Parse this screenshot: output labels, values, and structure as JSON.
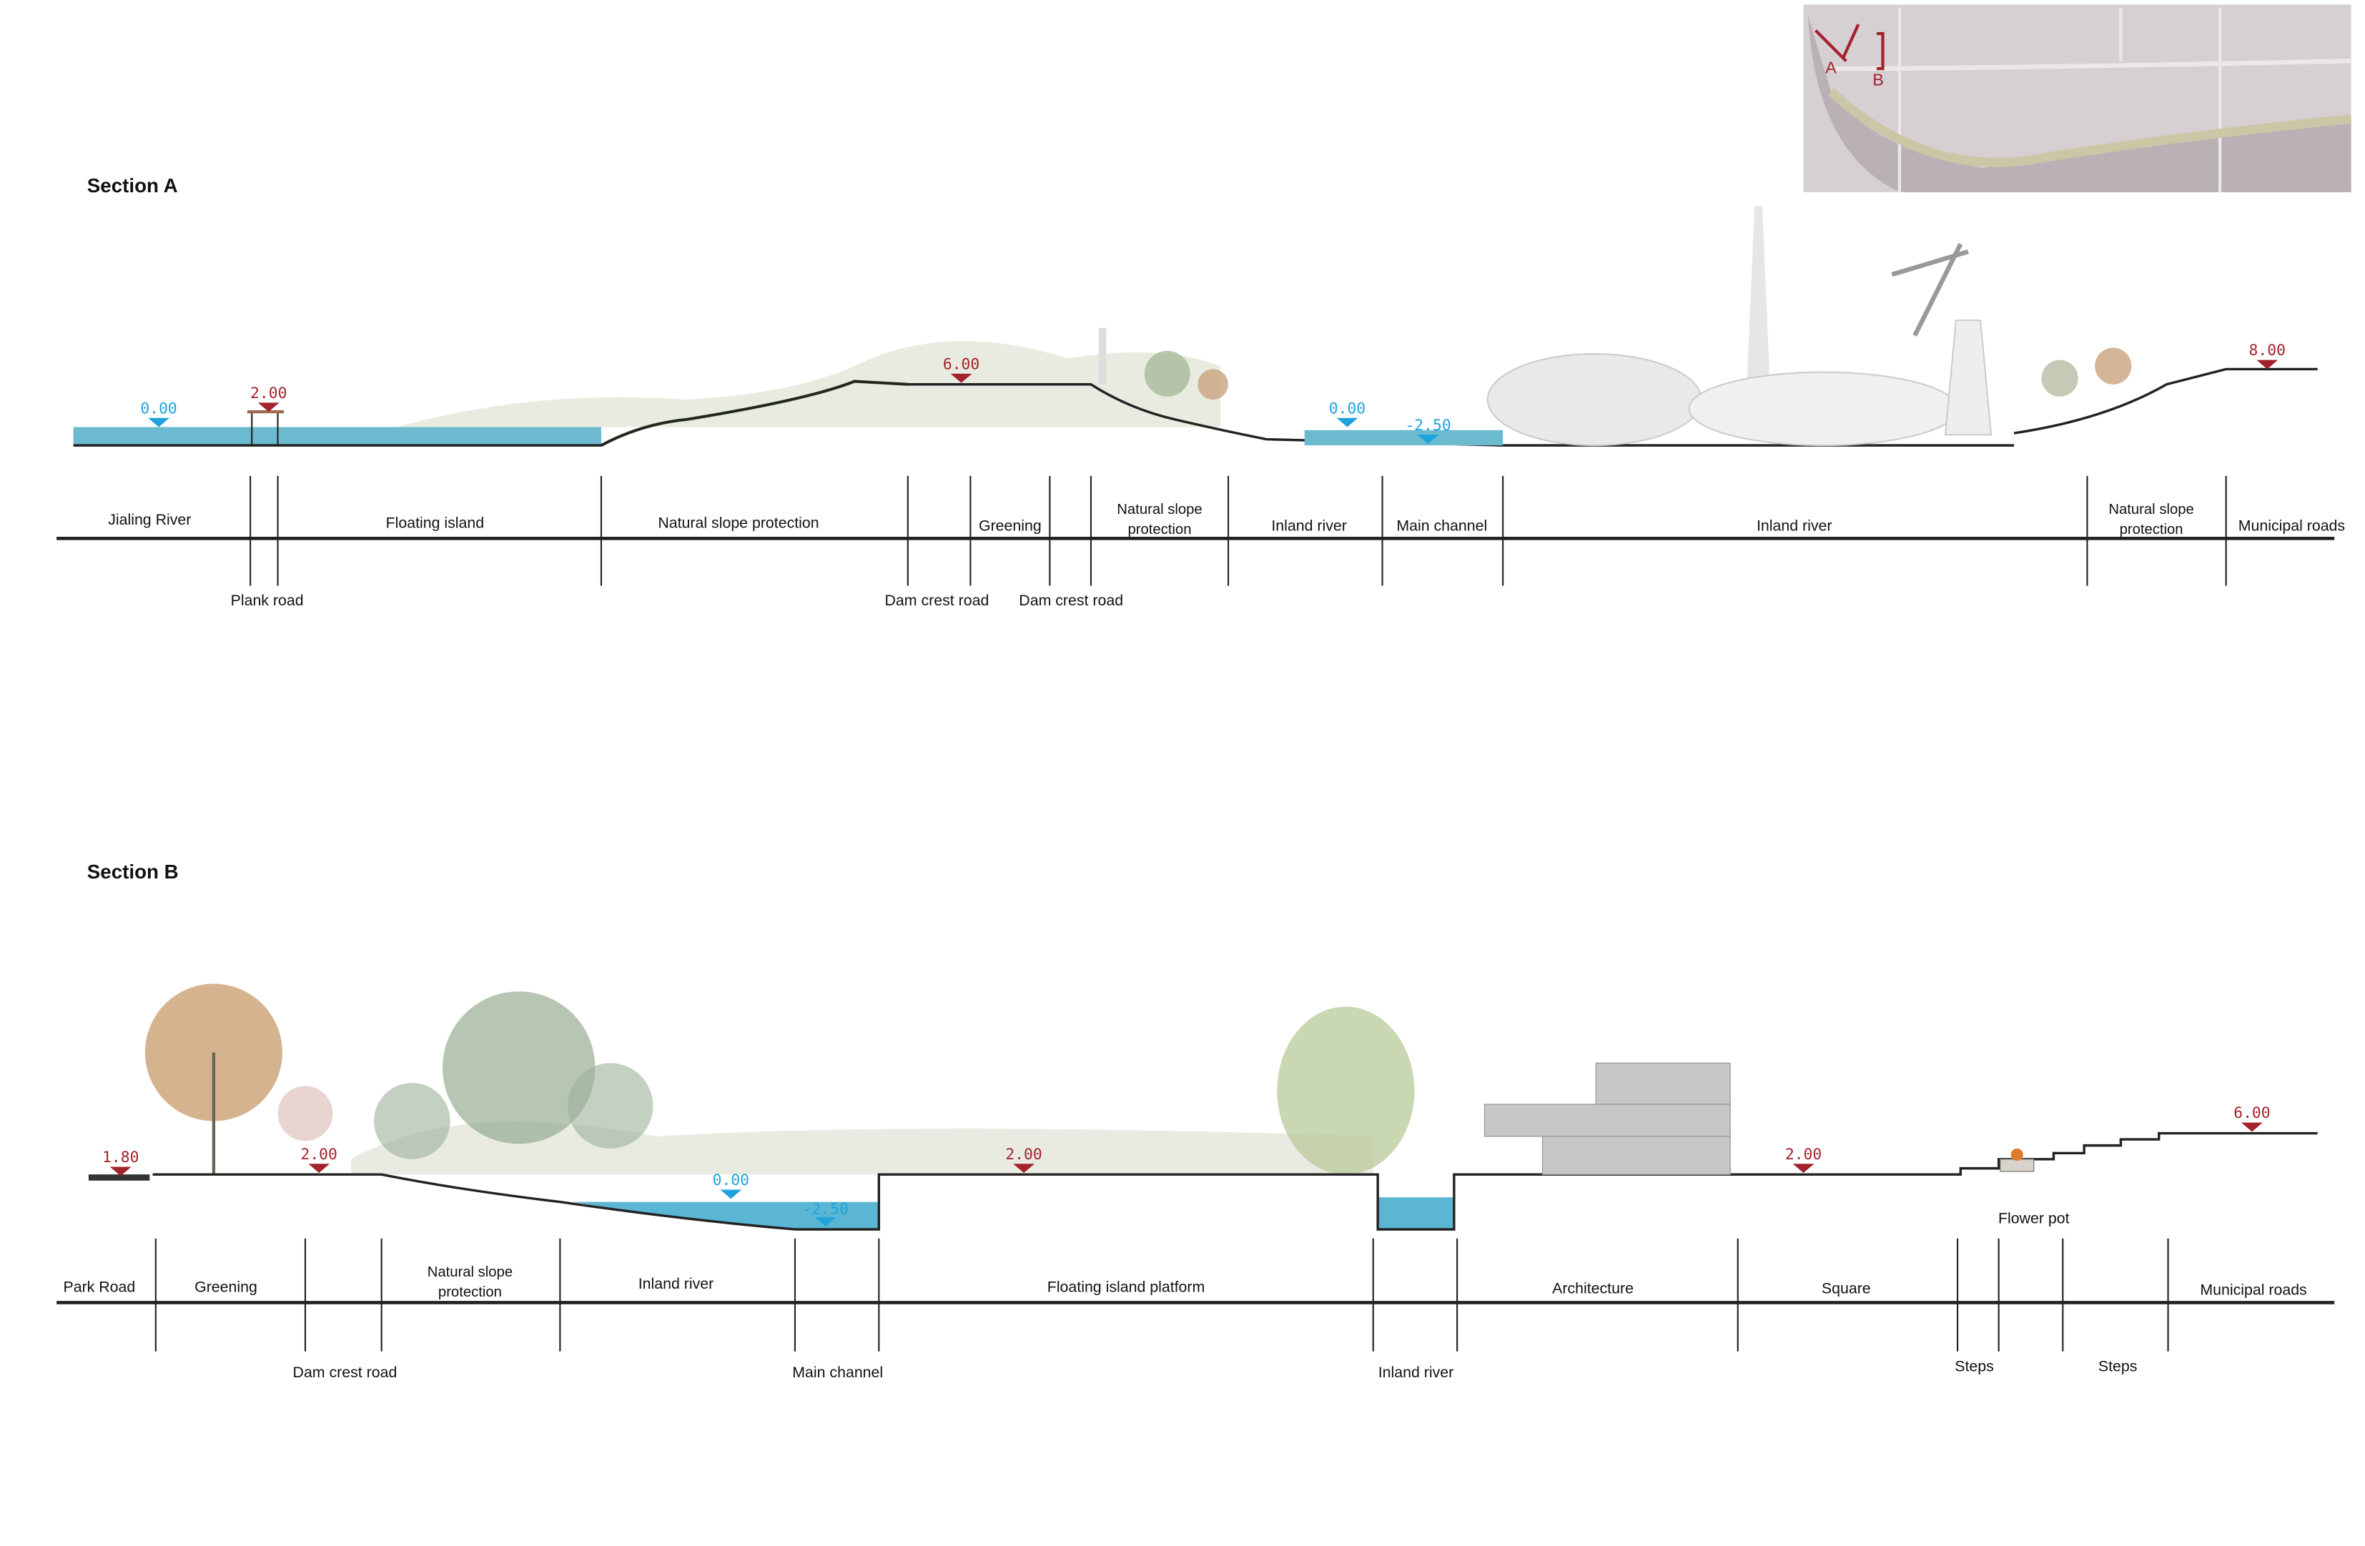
{
  "minimap": {
    "marker_a": "A",
    "marker_b": "B",
    "colors": {
      "marker": "#a3222b",
      "map": "#cfc9cc"
    }
  },
  "section_a": {
    "title": "Section A",
    "zones": [
      "Jialing River",
      "Floating island",
      "Natural slope protection",
      "Greening",
      "Natural slope protection",
      "Inland river",
      "Main channel",
      "Inland river",
      "Natural slope protection",
      "Municipal roads"
    ],
    "lower_labels": [
      "Plank road",
      "Dam crest road",
      "Dam crest road"
    ],
    "elevations": [
      "0.00",
      "2.00",
      "6.00",
      "0.00",
      "-2.50",
      "8.00"
    ]
  },
  "section_b": {
    "title": "Section B",
    "zones": [
      "Park Road",
      "Greening",
      "Natural slope protection",
      "Inland river",
      "Floating island platform",
      "Architecture",
      "Square",
      "Municipal roads"
    ],
    "lower_labels": [
      "Dam crest road",
      "Main channel",
      "Inland river",
      "Steps",
      "Steps"
    ],
    "upper_labels": [
      "Flower pot"
    ],
    "elevations": [
      "1.80",
      "2.00",
      "0.00",
      "-2.50",
      "2.00",
      "2.00",
      "6.00"
    ]
  },
  "colors": {
    "water": "#5bb6d3",
    "elevation_positive": "#a3222b",
    "elevation_water": "#1fa3dc"
  }
}
